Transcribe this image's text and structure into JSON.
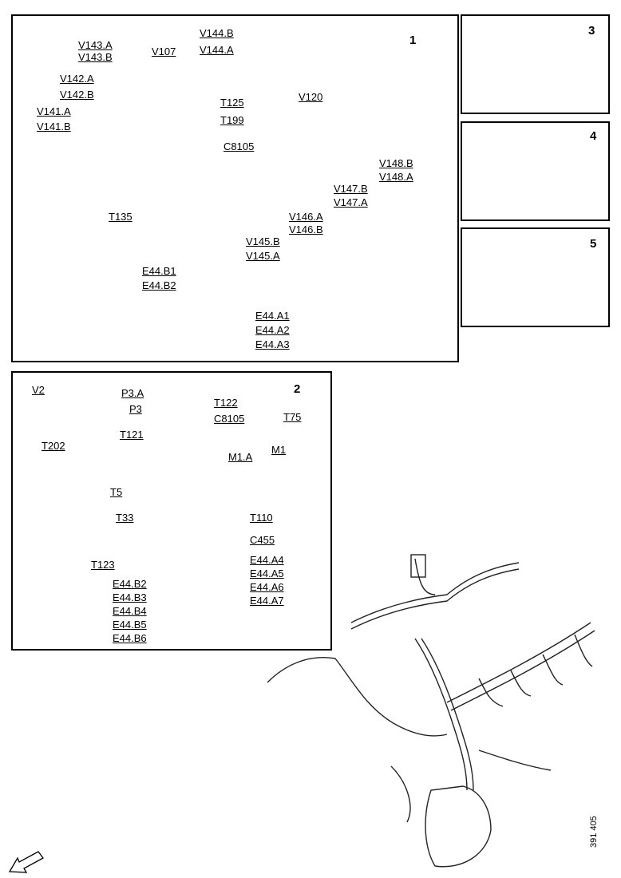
{
  "panels": [
    {
      "number": "1"
    },
    {
      "number": "2"
    },
    {
      "number": "3"
    },
    {
      "number": "4"
    },
    {
      "number": "5"
    }
  ],
  "panel1_labels": [
    "V143.A",
    "V143.B",
    "V144.B",
    "V107",
    "V144.A",
    "V142.A",
    "V142.B",
    "T125",
    "V141.A",
    "V141.B",
    "T199",
    "V120",
    "C8105",
    "V148.B",
    "V148.A",
    "V147.B",
    "V147.A",
    "T135",
    "V146.A",
    "V146.B",
    "V145.B",
    "V145.A",
    "E44.B1",
    "E44.B2",
    "E44.A1",
    "E44.A2",
    "E44.A3"
  ],
  "panel2_labels": [
    "V2",
    "P3.A",
    "P3",
    "T122",
    "C8105",
    "T75",
    "T202",
    "T121",
    "M1.A",
    "M1",
    "T5",
    "T110",
    "T33",
    "C455",
    "T123",
    "E44.A4",
    "E44.A5",
    "E44.A6",
    "E44.A7",
    "E44.B2",
    "E44.B3",
    "E44.B4",
    "E44.B5",
    "E44.B6"
  ],
  "document_id": "391 405",
  "icons": [
    "arrow-southwest-icon"
  ]
}
